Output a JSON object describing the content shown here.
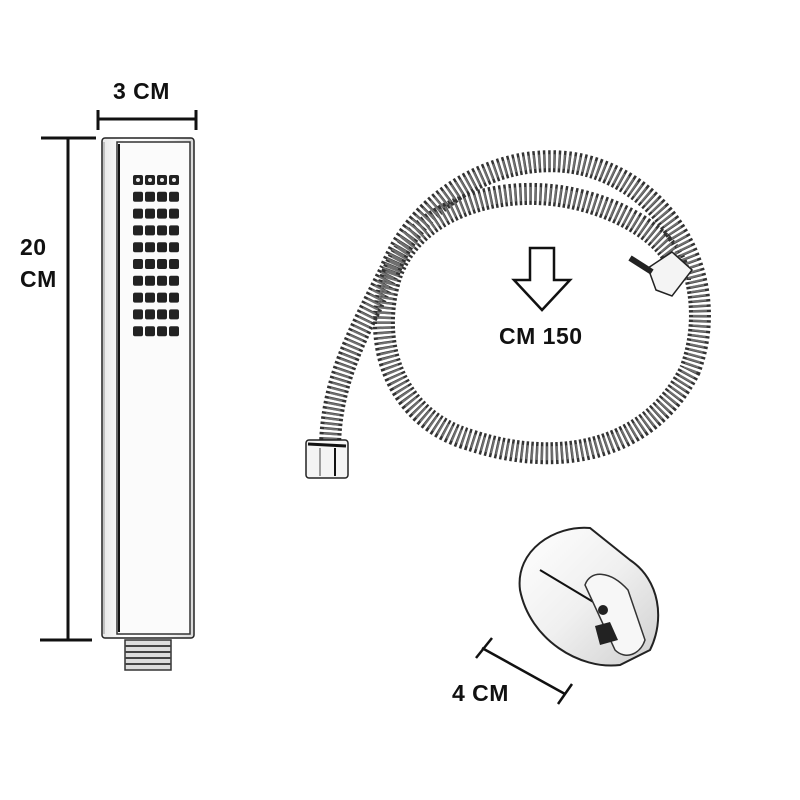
{
  "product": {
    "hand_shower": {
      "width_label": "3 CM",
      "height_label_line1": "20",
      "height_label_line2": "CM"
    },
    "hose": {
      "length_label": "CM 150",
      "arrow_icon": "down-arrow-icon"
    },
    "holder": {
      "width_label": "4 CM"
    }
  },
  "colors": {
    "background": "#ffffff",
    "dimension_lines": "#111111",
    "chrome_dark": "#222222",
    "chrome_light": "#f4f4f4"
  }
}
